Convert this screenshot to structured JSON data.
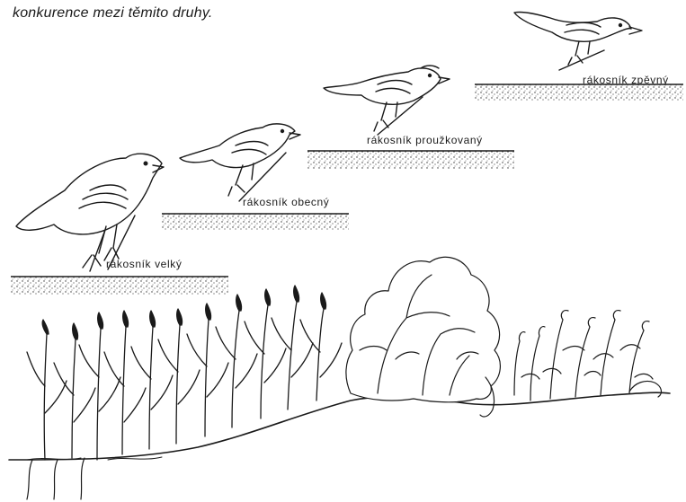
{
  "caption": "konkurence mezi těmito druhy.",
  "species": [
    {
      "name": "rákosník velký"
    },
    {
      "name": "rákosník obecný"
    },
    {
      "name": "rákosník proužkovaný"
    },
    {
      "name": "rákosník zpěvný"
    }
  ]
}
